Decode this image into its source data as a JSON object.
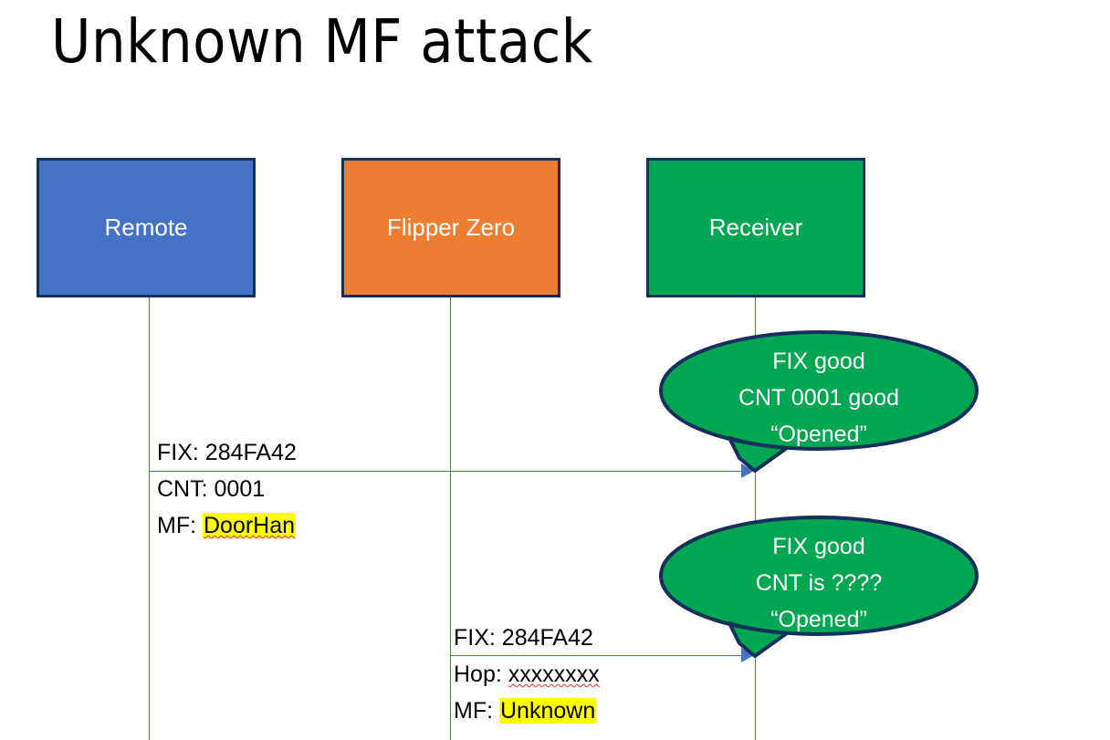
{
  "slide": {
    "title": "Unknown MF attack",
    "background_color": "#FFFFFF"
  },
  "colors": {
    "remote_box": "#4472C4",
    "flipper_box": "#ED7D31",
    "receiver_box": "#00A651",
    "box_border": "#16305B",
    "lifeline": "#4472C4",
    "arrow": "#4472C4",
    "bubble_fill": "#00A651",
    "bubble_border": "#16305B",
    "highlight": "#FFFF00",
    "spellcheck_underline": "#E03030",
    "text": "#000000",
    "box_label_text": "#FFFFFF"
  },
  "actors": [
    {
      "id": "remote",
      "label": "Remote"
    },
    {
      "id": "flipper",
      "label": "Flipper Zero"
    },
    {
      "id": "receiver",
      "label": "Receiver"
    }
  ],
  "messages": [
    {
      "id": "msg-1",
      "from": "remote",
      "to": "receiver",
      "lines": [
        {
          "label": "FIX:",
          "value": "284FA42",
          "highlighted": false,
          "spellcheck": false
        },
        {
          "label": "CNT:",
          "value": "0001",
          "highlighted": false,
          "spellcheck": false
        },
        {
          "label": "MF:",
          "value": "DoorHan",
          "highlighted": true,
          "spellcheck": true
        }
      ]
    },
    {
      "id": "msg-2",
      "from": "flipper",
      "to": "receiver",
      "lines": [
        {
          "label": "FIX:",
          "value": "284FA42",
          "highlighted": false,
          "spellcheck": false
        },
        {
          "label": "Hop:",
          "value": "xxxxxxxx",
          "highlighted": false,
          "spellcheck": true
        },
        {
          "label": "MF:",
          "value": "Unknown",
          "highlighted": true,
          "spellcheck": false
        }
      ]
    }
  ],
  "bubbles": [
    {
      "id": "bubble-1",
      "attached_to": "receiver",
      "line1": "FIX good",
      "line2": "CNT 0001 good",
      "line3": "“Opened”"
    },
    {
      "id": "bubble-2",
      "attached_to": "receiver",
      "line1": "FIX good",
      "line2": "CNT is ????",
      "line3": "“Opened”"
    }
  ]
}
